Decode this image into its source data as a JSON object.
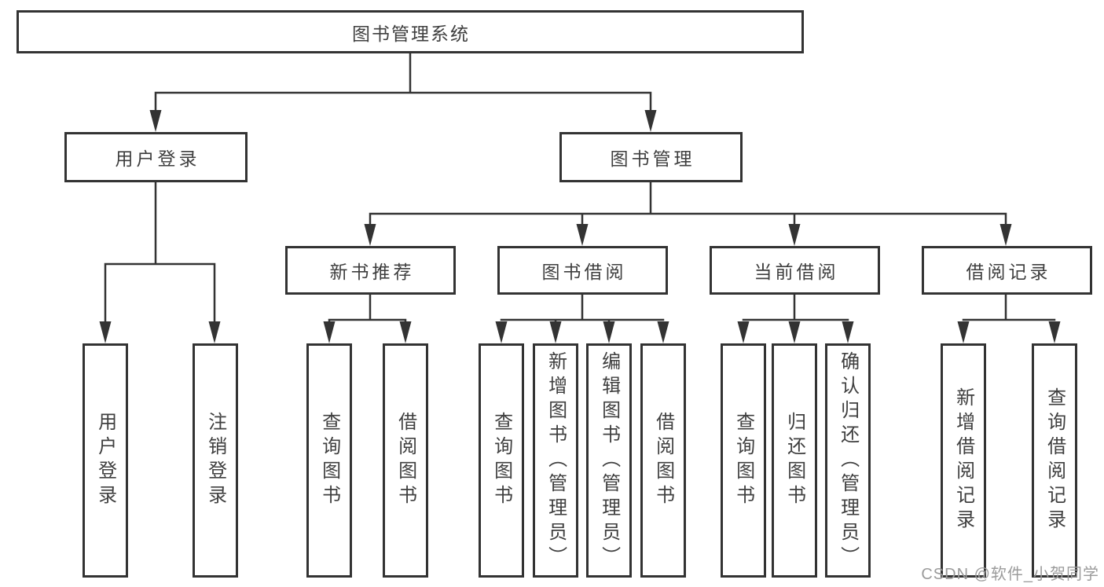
{
  "diagram": {
    "root": {
      "label": "图书管理系统"
    },
    "level2": [
      {
        "label": "用户登录"
      },
      {
        "label": "图书管理"
      }
    ],
    "level3": [
      {
        "label": "新书推荐"
      },
      {
        "label": "图书借阅"
      },
      {
        "label": "当前借阅"
      },
      {
        "label": "借阅记录"
      }
    ],
    "leaves": [
      {
        "label": "用户登录"
      },
      {
        "label": "注销登录"
      },
      {
        "label": "查询图书"
      },
      {
        "label": "借阅图书"
      },
      {
        "label": "查询图书"
      },
      {
        "label": "新增图书（管理员）"
      },
      {
        "label": "编辑图书（管理员）"
      },
      {
        "label": "借阅图书"
      },
      {
        "label": "查询图书"
      },
      {
        "label": "归还图书"
      },
      {
        "label": "确认归还（管理员）"
      },
      {
        "label": "新增借阅记录"
      },
      {
        "label": "查询借阅记录"
      }
    ]
  },
  "watermark": {
    "text": "CSDN @软件_小贺同学"
  },
  "colors": {
    "line": "#333333",
    "text": "#3f3f3f",
    "background": "#ffffff",
    "watermark": "#9b9b9b"
  }
}
